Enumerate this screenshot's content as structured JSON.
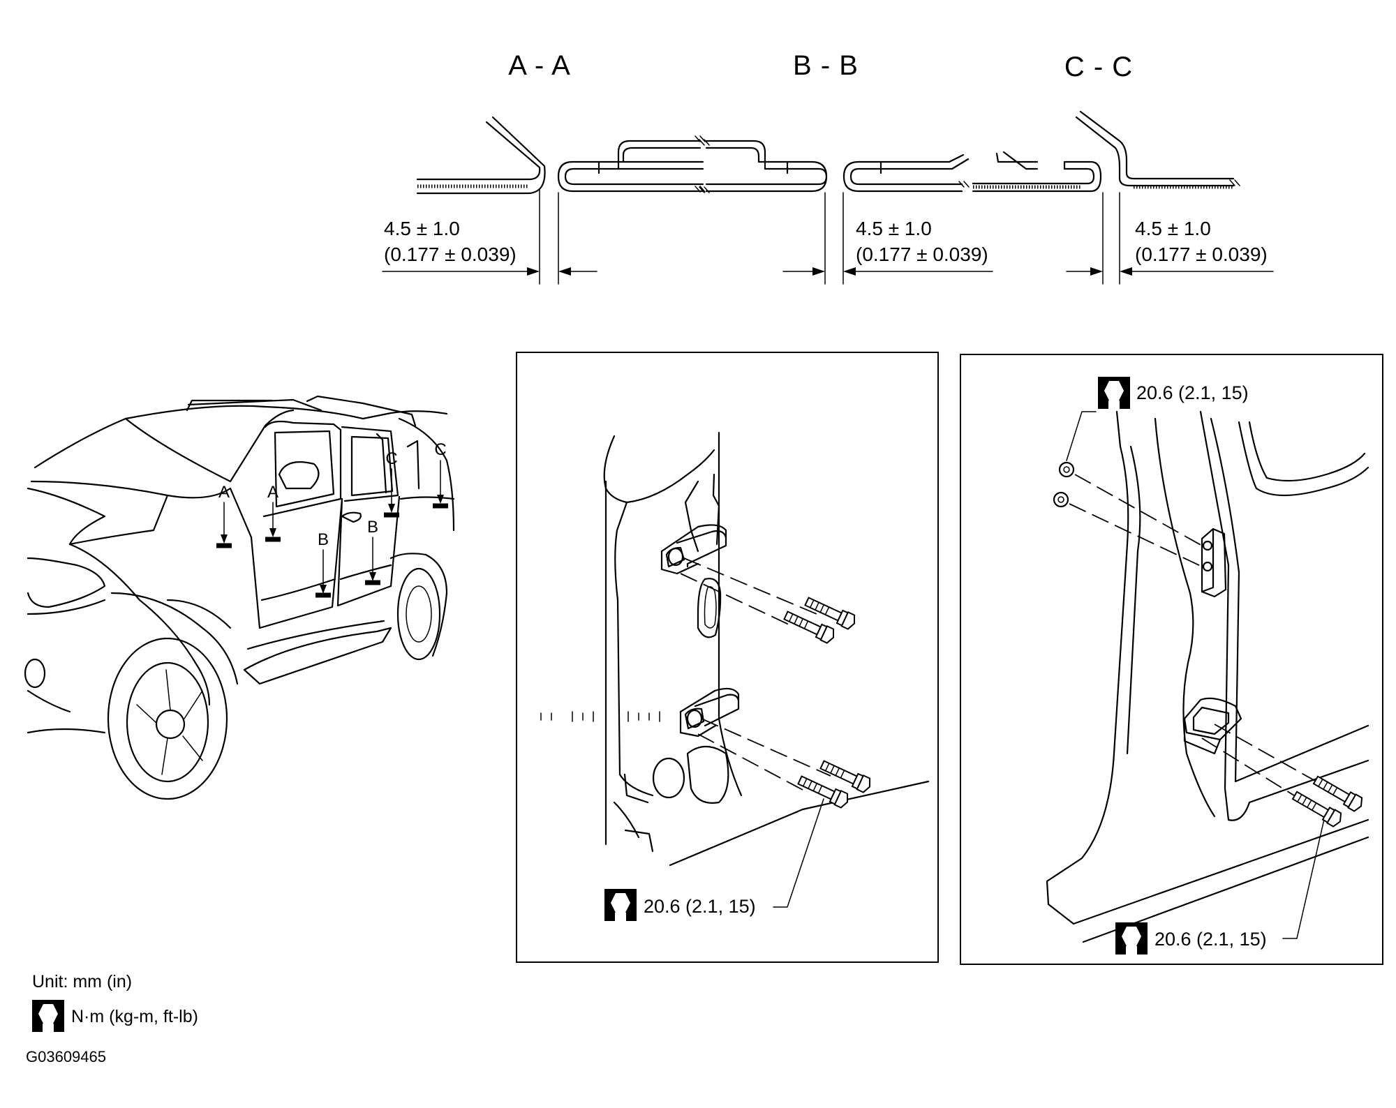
{
  "sections": [
    {
      "title": "A - A",
      "tolerance": "4.5 ± 1.0",
      "tolerance_in": "(0.177 ± 0.039)"
    },
    {
      "title": "B - B",
      "tolerance": "4.5 ± 1.0",
      "tolerance_in": "(0.177 ± 0.039)"
    },
    {
      "title": "C - C",
      "tolerance": "4.5 ± 1.0",
      "tolerance_in": "(0.177 ± 0.039)"
    }
  ],
  "vehicle_labels": [
    "A",
    "A",
    "B",
    "B",
    "C",
    "C"
  ],
  "front_hinge_panel": {
    "torque": "20.6 (2.1, 15)"
  },
  "rear_hinge_panel": {
    "torque_top": "20.6 (2.1, 15)",
    "torque_bottom": "20.6 (2.1, 15)"
  },
  "legend": {
    "unit": "Unit: mm (in)",
    "torque_unit": "N·m (kg-m, ft-lb)"
  },
  "figure_code": "G03609465",
  "icons": {
    "torque": "torque-wrench-icon"
  }
}
